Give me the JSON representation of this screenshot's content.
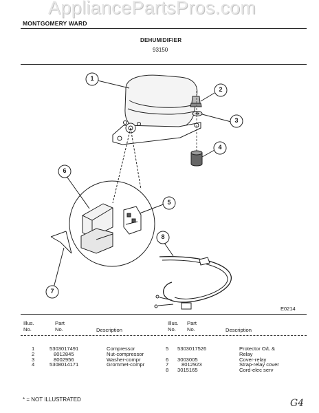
{
  "watermark": "AppliancePartsPros.com",
  "header": {
    "brand_line": "MONTGOMERY WARD",
    "title": "DEHUMIDIFIER",
    "model": "93150"
  },
  "diagram": {
    "code": "E0214",
    "callouts": [
      "1",
      "2",
      "3",
      "4",
      "5",
      "6",
      "7",
      "8"
    ]
  },
  "table": {
    "left_headers": {
      "illus": "Illus.",
      "no": "No.",
      "part": "Part",
      "part_no": "No.",
      "description": "Description"
    },
    "right_headers": {
      "illus": "Illus.",
      "no": "No.",
      "part": "Part",
      "part_no": "No.",
      "description": "Description"
    },
    "left_rows": [
      {
        "illus": "1",
        "part": "5303017491",
        "description": "Compressor"
      },
      {
        "illus": "2",
        "part": "8012845",
        "description": "Nut-compressor"
      },
      {
        "illus": "3",
        "part": "8002956",
        "description": "Washer-compr"
      },
      {
        "illus": "4",
        "part": "5308014171",
        "description": "Grommet-compr"
      }
    ],
    "right_rows": [
      {
        "illus": "5",
        "part": "5303017526",
        "description": "Protector O/L &"
      },
      {
        "illus": "",
        "part": "",
        "description": "Relay"
      },
      {
        "illus": "6",
        "part": "3003005",
        "description": "Cover-relay"
      },
      {
        "illus": "7",
        "part": "8012923",
        "description": "Strap-relay cover"
      },
      {
        "illus": "8",
        "part": "3015165",
        "description": "Cord-elec serv"
      }
    ]
  },
  "footnote": "* = NOT ILLUSTRATED",
  "page_mark": "G4"
}
